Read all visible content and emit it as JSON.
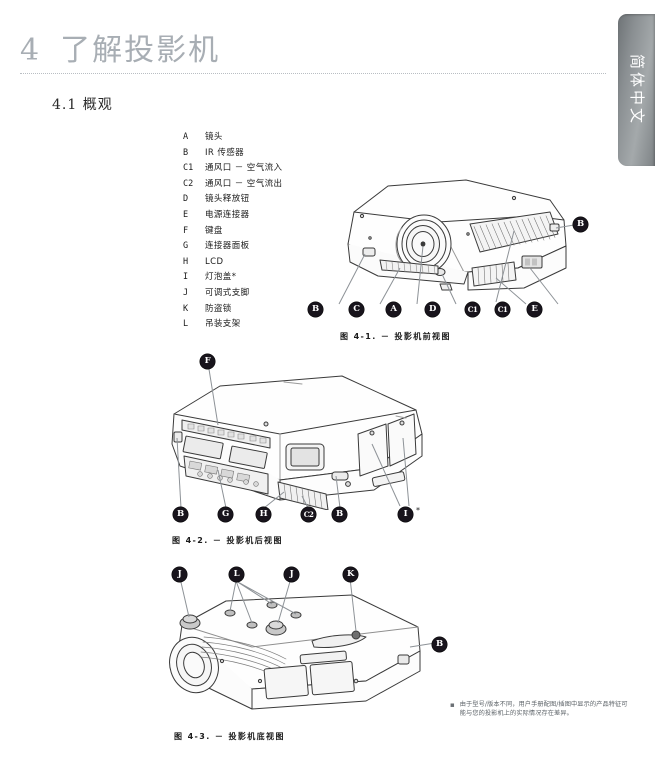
{
  "side_tab": {
    "label": "简体中文"
  },
  "chapter": {
    "number": "4",
    "title": "了解投影机"
  },
  "section": {
    "heading": "4.1 概观"
  },
  "legend": {
    "items": [
      {
        "key": "A",
        "label": "镜头"
      },
      {
        "key": "B",
        "label": "IR 传感器"
      },
      {
        "key": "C1",
        "label": "通风口 － 空气流入"
      },
      {
        "key": "C2",
        "label": "通风口 － 空气流出"
      },
      {
        "key": "D",
        "label": "镜头释放钮"
      },
      {
        "key": "E",
        "label": "电源连接器"
      },
      {
        "key": "F",
        "label": "键盘"
      },
      {
        "key": "G",
        "label": "连接器面板"
      },
      {
        "key": "H",
        "label": "LCD"
      },
      {
        "key": "I",
        "label": "灯泡盖*"
      },
      {
        "key": "J",
        "label": "可调式支脚"
      },
      {
        "key": "K",
        "label": "防盗锁"
      },
      {
        "key": "L",
        "label": "吊装支架"
      }
    ]
  },
  "figures": [
    {
      "id": "fig-4-1",
      "caption": "图 4-1.  －  投影机前视图",
      "callouts": [
        "B",
        "C",
        "A",
        "D",
        "C1",
        "C1",
        "E",
        "B"
      ]
    },
    {
      "id": "fig-4-2",
      "caption": "图 4-2.  －  投影机后视图",
      "callouts": [
        "F",
        "B",
        "G",
        "H",
        "C2",
        "B",
        "I"
      ]
    },
    {
      "id": "fig-4-3",
      "caption": "图 4-3. －  投影机底视图",
      "callouts": [
        "J",
        "L",
        "J",
        "K",
        "B"
      ]
    }
  ],
  "footnote": {
    "bullet": "▪",
    "text": "由于型号/版本不同，用户手册配图/插图中显示的产品特征可能与您的投影机上的实际情况存在差异。"
  },
  "colors": {
    "heading": "#a8aeb4",
    "badge": "#18141c",
    "tab": "#8a8f92",
    "leader": "#8d9297"
  }
}
